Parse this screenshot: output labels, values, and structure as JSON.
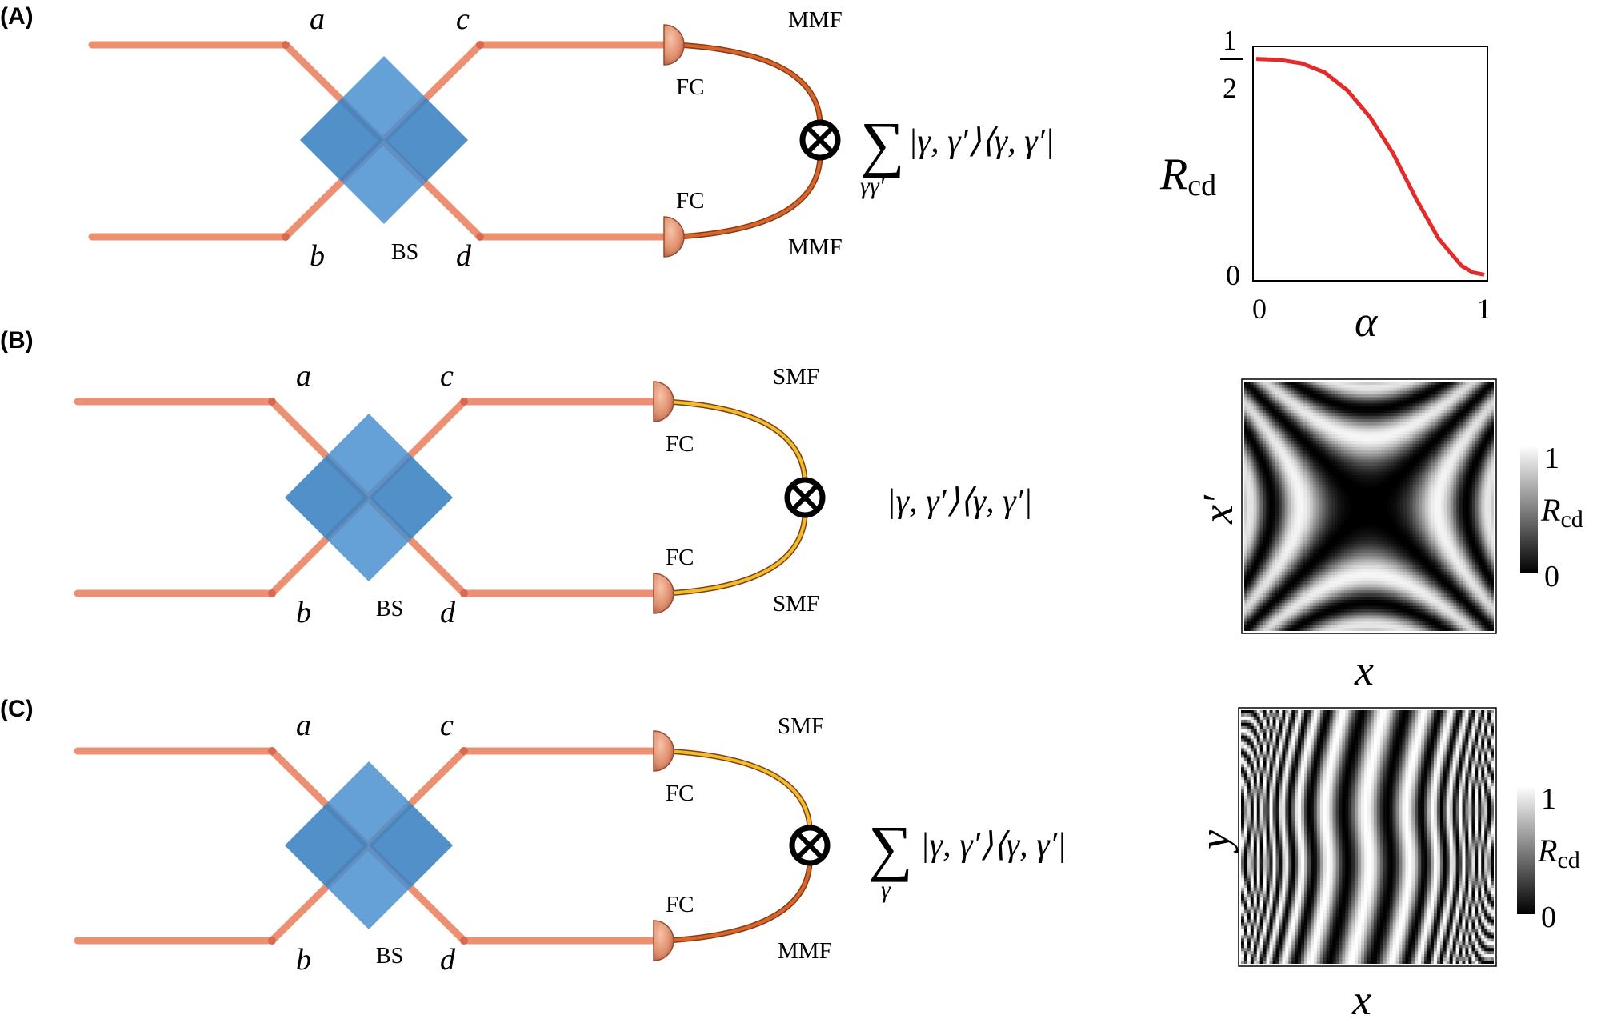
{
  "colors": {
    "beam": "#ec9073",
    "beam_dark": "#d9694e",
    "splitter": "#4a90d0",
    "mmf": "#d8652a",
    "smf": "#ecc02b",
    "curve": "#e42b2b",
    "frame": "#000000"
  },
  "icons": {
    "detector": "half-dome-fiber-coupler",
    "coincidence": "circled-times-icon"
  },
  "panels": [
    {
      "label": "(A)",
      "ports": {
        "a": "a",
        "b": "b",
        "c": "c",
        "d": "d"
      },
      "bs": "BS",
      "fc_top": "FC",
      "fc_bottom": "FC",
      "fiber_top": "MMF",
      "fiber_bottom": "MMF",
      "fiber_top_type": "mmf",
      "fiber_bottom_type": "mmf",
      "proj_sum": "∑",
      "proj_sub": "γγ′",
      "proj_text": "|γ, γ′⟩⟨γ, γ′|"
    },
    {
      "label": "(B)",
      "ports": {
        "a": "a",
        "b": "b",
        "c": "c",
        "d": "d"
      },
      "bs": "BS",
      "fc_top": "FC",
      "fc_bottom": "FC",
      "fiber_top": "SMF",
      "fiber_bottom": "SMF",
      "fiber_top_type": "smf",
      "fiber_bottom_type": "smf",
      "proj_sum": "",
      "proj_sub": "",
      "proj_text": "|γ, γ′⟩⟨γ, γ′|"
    },
    {
      "label": "(C)",
      "ports": {
        "a": "a",
        "b": "b",
        "c": "c",
        "d": "d"
      },
      "bs": "BS",
      "fc_top": "FC",
      "fc_bottom": "FC",
      "fiber_top": "SMF",
      "fiber_bottom": "MMF",
      "fiber_top_type": "smf",
      "fiber_bottom_type": "mmf",
      "proj_sum": "∑",
      "proj_sub": "γ",
      "proj_text": "|γ, γ′⟩⟨γ, γ′|"
    }
  ],
  "plot_a": {
    "ylabel": "R",
    "ylabel_sub": "cd",
    "xlabel": "α",
    "ytick_top_num": "1",
    "ytick_top_den": "2",
    "ytick_bottom": "0",
    "xtick_left": "0",
    "xtick_right": "1",
    "xlim": [
      0,
      1
    ],
    "ylim": [
      0,
      0.5
    ],
    "curve_x": [
      0,
      0.1,
      0.2,
      0.3,
      0.4,
      0.5,
      0.6,
      0.7,
      0.8,
      0.9,
      0.95,
      1.0
    ],
    "curve_y": [
      0.49,
      0.488,
      0.48,
      0.46,
      0.42,
      0.36,
      0.28,
      0.18,
      0.09,
      0.03,
      0.015,
      0.01
    ]
  },
  "map_b": {
    "xlabel": "x",
    "ylabel": "x′",
    "cbar_top": "1",
    "cbar_bottom": "0",
    "cbar_label": "R",
    "cbar_label_sub": "cd"
  },
  "map_c": {
    "xlabel": "x",
    "ylabel": "y",
    "cbar_top": "1",
    "cbar_bottom": "0",
    "cbar_label": "R",
    "cbar_label_sub": "cd"
  }
}
